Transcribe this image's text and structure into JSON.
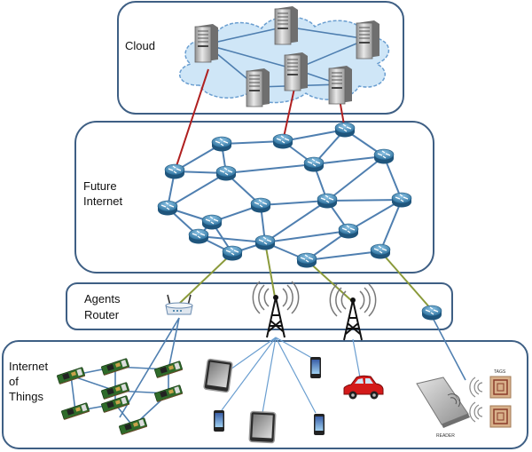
{
  "layers": {
    "cloud": {
      "label": "Cloud"
    },
    "future_internet": {
      "label_line1": "Future",
      "label_line2": "Internet"
    },
    "agents_router": {
      "label_line1": "Agents",
      "label_line2": "Router"
    },
    "iot": {
      "label_line1": "Internet",
      "label_line2": "of",
      "label_line3": "Things"
    }
  },
  "rfid": {
    "reader_label": "READER",
    "tags_label": "TAGS"
  },
  "colors": {
    "panel_border": "#3e5f84",
    "link_blue": "#4f7fb0",
    "cloud_link_red": "#b02020",
    "agent_link_olive": "#8a9a3a",
    "cloud_fill": "#cfe6f7"
  }
}
